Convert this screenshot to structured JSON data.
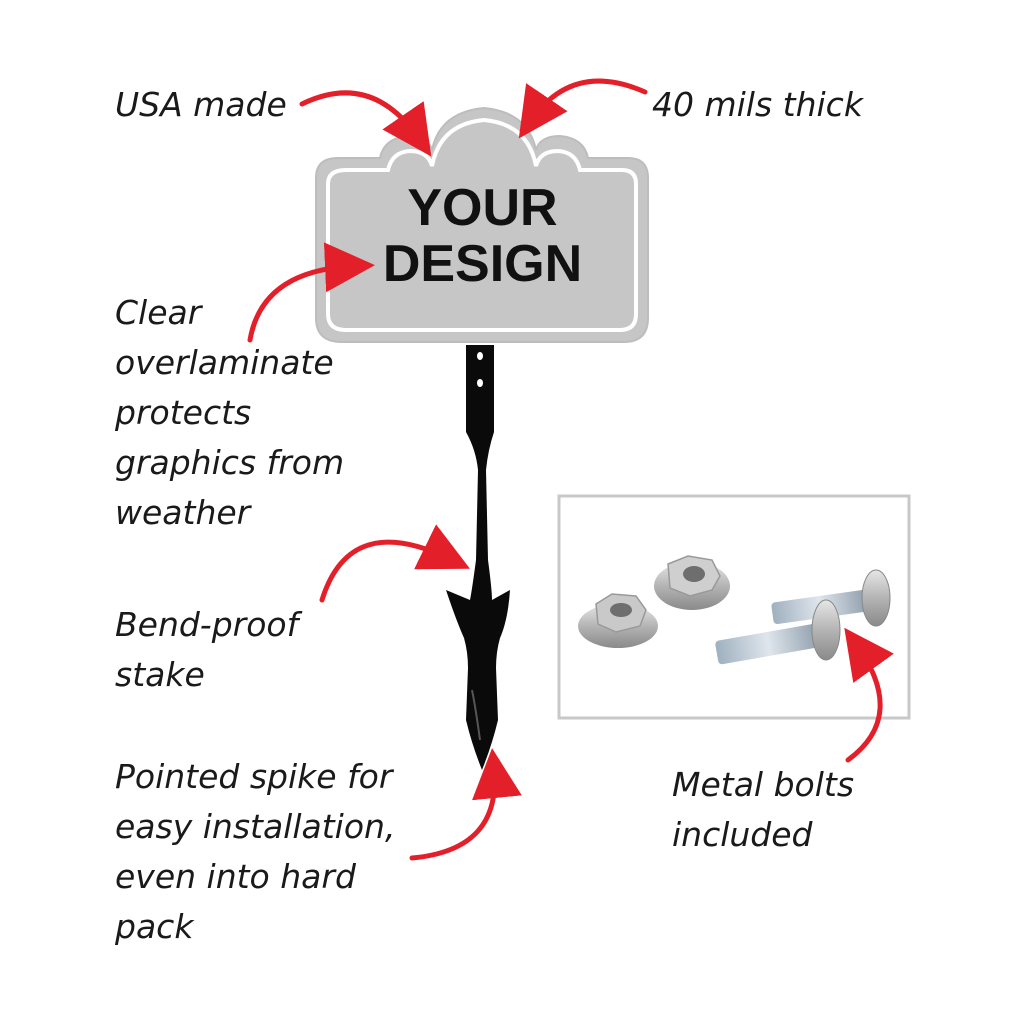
{
  "sign": {
    "line1": "YOUR",
    "line2": "DESIGN",
    "colors": {
      "face": "#c6c6c6",
      "border": "#ffffff",
      "outline": "#9a9a9a"
    }
  },
  "callouts": {
    "usa_made": "USA made",
    "thickness": "40 mils thick",
    "overlaminate": [
      "Clear",
      "overlaminate",
      "protects",
      "graphics from",
      "weather"
    ],
    "bend_proof": [
      "Bend-proof",
      "stake"
    ],
    "spike": [
      "Pointed spike for",
      "easy installation,",
      "even into hard",
      "pack"
    ],
    "bolts": [
      "Metal bolts",
      "included"
    ]
  },
  "colors": {
    "arrow": "#e3202a",
    "stake": "#0a0a0a",
    "hardware_frame": "#c8c8c8"
  },
  "icons": [
    "sign-shape",
    "stake-icon",
    "nut-icon",
    "bolt-icon",
    "arrow-icon"
  ]
}
